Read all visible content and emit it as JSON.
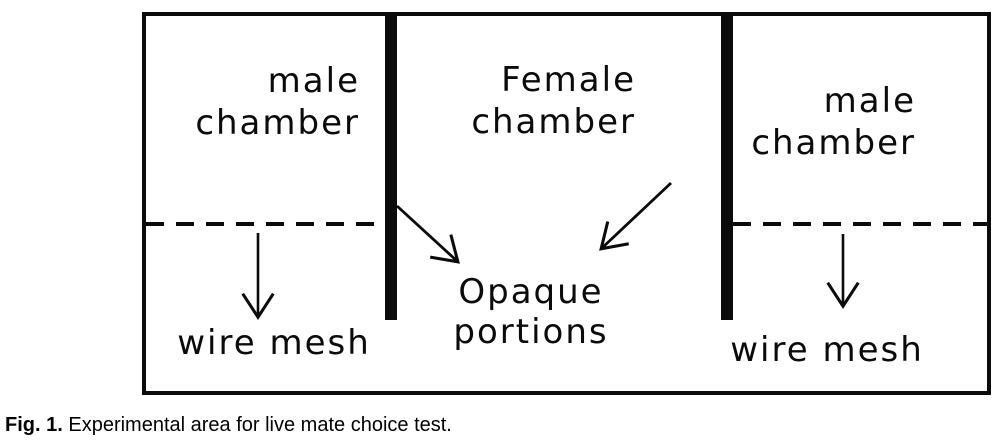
{
  "figure": {
    "chambers": {
      "left": {
        "line1": "male",
        "line2": "chamber"
      },
      "center": {
        "line1": "Female",
        "line2": "chamber"
      },
      "right": {
        "line1": "male",
        "line2": "chamber"
      }
    },
    "annotations": {
      "opaque": {
        "line1": "Opaque",
        "line2": "portions"
      },
      "wire_mesh_left": "wire mesh",
      "wire_mesh_right": "wire mesh"
    }
  },
  "caption": {
    "label": "Fig. 1.",
    "text": "Experimental area for live mate choice test."
  },
  "colors": {
    "ink": "#0b0b0b",
    "background": "#ffffff"
  }
}
